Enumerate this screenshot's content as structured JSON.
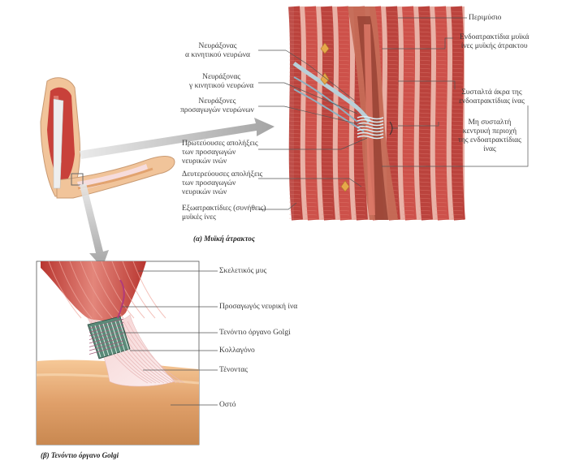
{
  "spindle_panel": {
    "caption": "(α)  Μυϊκή άτρακτος",
    "labels": {
      "perimysium": "Περιμύσιο",
      "intrafusal_fibers": "Ενδοατρακτίδια μυϊκά\nίνες μυϊκής άτρακτου",
      "motor_axons_alpha": "Νευράξονας\nα κινητικού νευρώνα",
      "motor_axons_gamma": "Νευράξονας\nγ κινητικού νευρώνα",
      "sensory_axons": "Νευράξονες\nπροσαγωγών νευρώνων",
      "contractile_ends": "Συσταλτά άκρα της\nενδοατρακτίδιας ίνας",
      "noncontractile_center": "Μη συσταλτή\nκεντρική περιοχή\nτης ενδοατρακτίδιας\nίνας",
      "primary_endings": "Πρωτεύουσες απολήξεις\nτων προσαγωγών\nνευρικών ινών",
      "secondary_endings": "Δευτερεύουσες απολήξεις\nτων προσαγωγών\nνευρικών ινών",
      "extrafusal_fibers": "Εξωατρακτίδιες (συνήθεις)\nμυϊκές ίνες"
    }
  },
  "golgi_panel": {
    "caption": "(β)  Τενόντιο όργανο Golgi",
    "labels": {
      "skeletal_muscle": "Σκελετικός μυς",
      "afferent_fiber": "Προσαγωγός νευρική ίνα",
      "golgi_organ": "Τενόντιο όργανο Golgi",
      "collagen": "Κολλαγόνο",
      "tendon": "Τένοντας",
      "bone": "Οστό"
    }
  },
  "colors": {
    "muscle": "#c8413a",
    "muscle_light": "#e3867b",
    "skin": "#f1c49a",
    "bone": "#e2a36f",
    "tendon": "#f3dede",
    "nerve": "#9ab8c8",
    "leader": "#555555"
  }
}
